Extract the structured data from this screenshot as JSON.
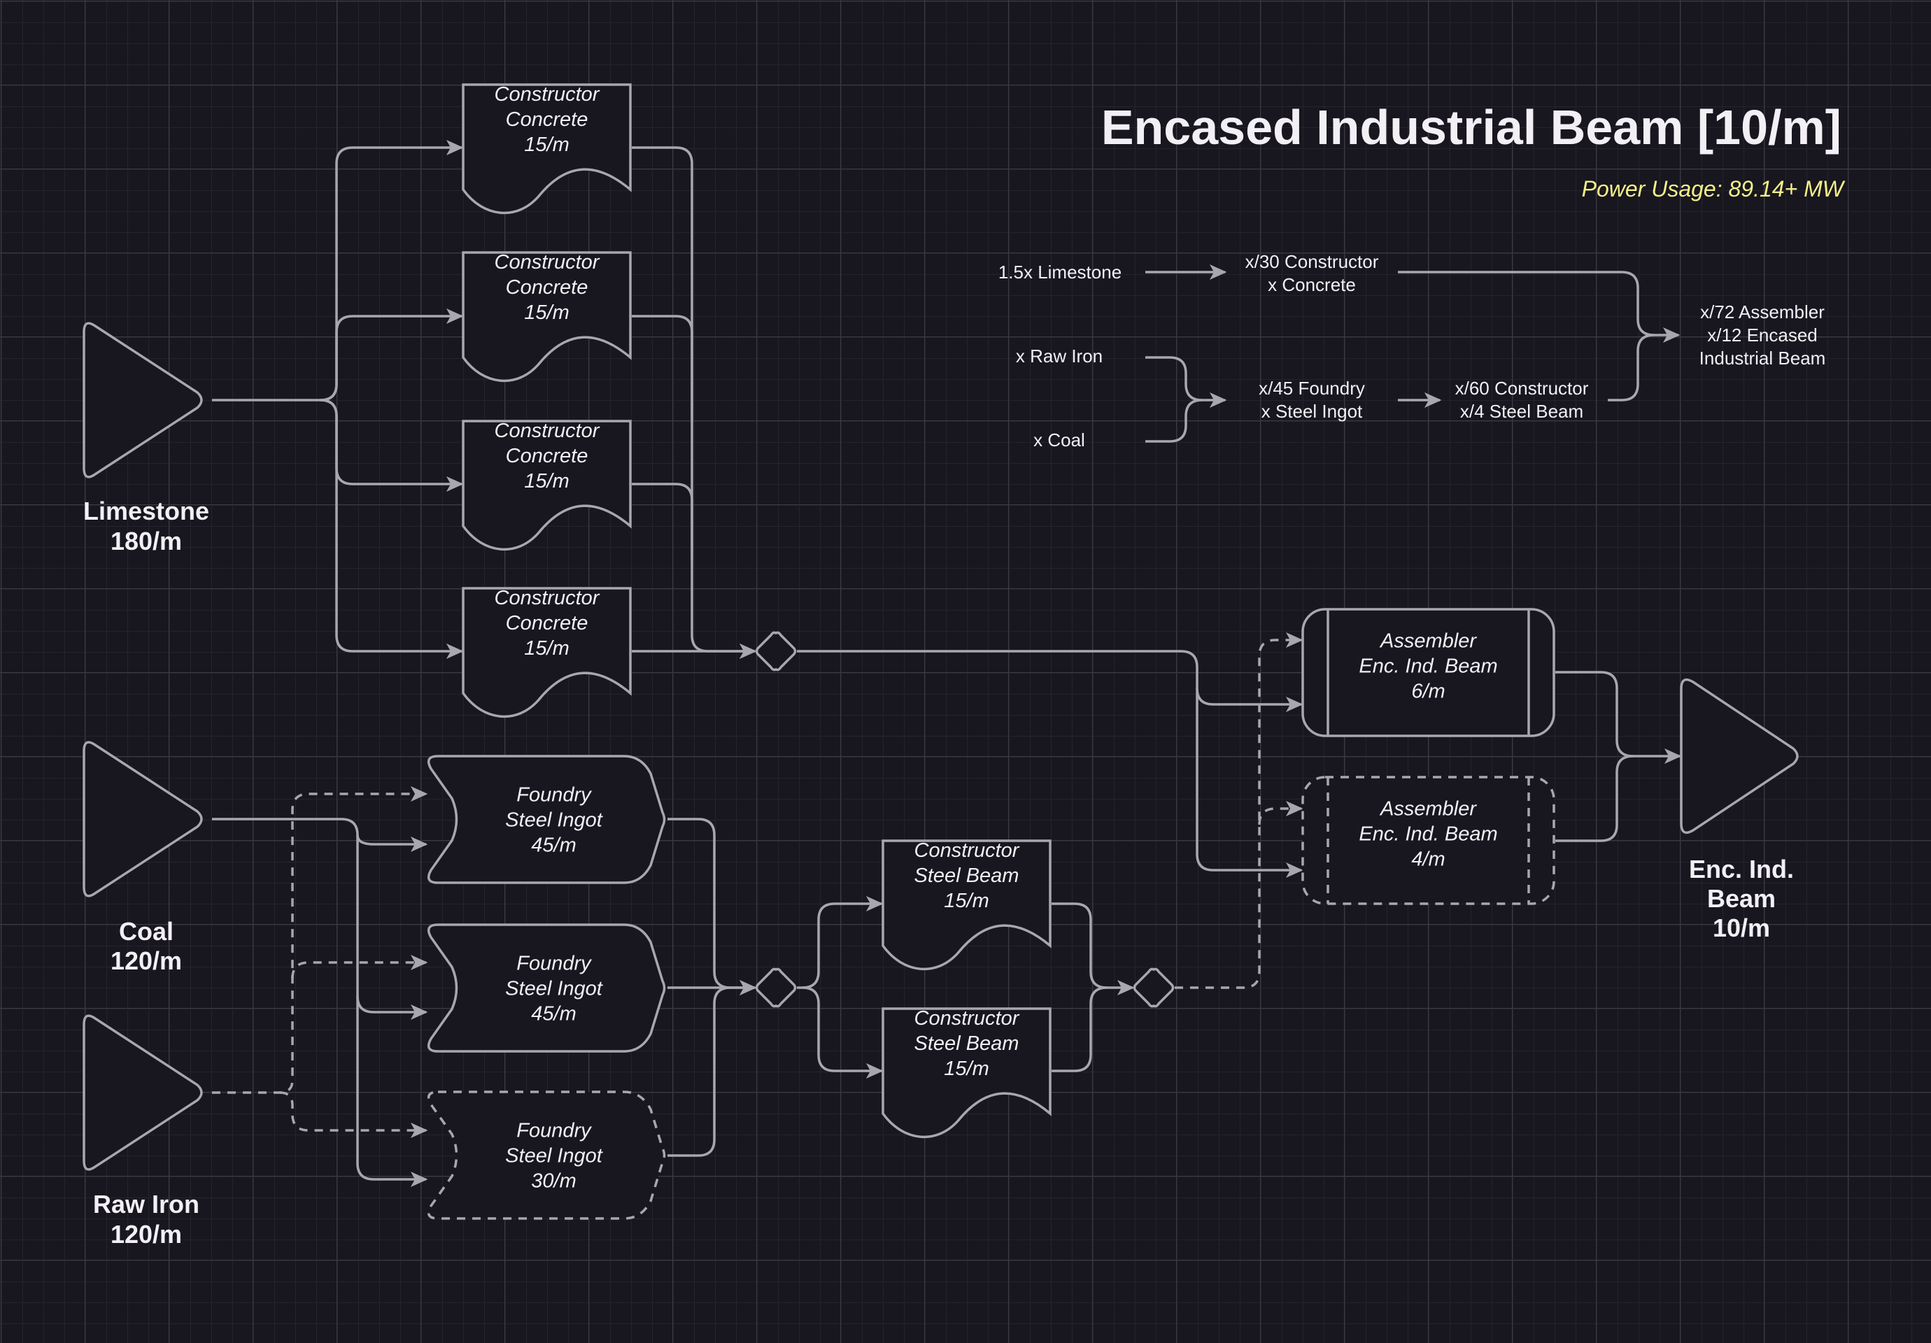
{
  "title": "Encased Industrial Beam [10/m]",
  "power_usage": "Power Usage: 89.14+ MW",
  "colors": {
    "background": "#18161e",
    "stroke": "#a9a7ad",
    "text": "#f2eff5",
    "power_text": "#f4f08a"
  },
  "sources": [
    {
      "name": "Limestone",
      "rate": "180/m"
    },
    {
      "name": "Coal",
      "rate": "120/m"
    },
    {
      "name": "Raw Iron",
      "rate": "120/m"
    }
  ],
  "output": {
    "lines": [
      "Enc. Ind.",
      "Beam",
      "10/m"
    ]
  },
  "concrete_constructors": [
    {
      "machine": "Constructor",
      "product": "Concrete",
      "rate": "15/m",
      "style": "solid"
    },
    {
      "machine": "Constructor",
      "product": "Concrete",
      "rate": "15/m",
      "style": "solid"
    },
    {
      "machine": "Constructor",
      "product": "Concrete",
      "rate": "15/m",
      "style": "solid"
    },
    {
      "machine": "Constructor",
      "product": "Concrete",
      "rate": "15/m",
      "style": "solid"
    }
  ],
  "foundries": [
    {
      "machine": "Foundry",
      "product": "Steel Ingot",
      "rate": "45/m",
      "style": "solid"
    },
    {
      "machine": "Foundry",
      "product": "Steel Ingot",
      "rate": "45/m",
      "style": "solid"
    },
    {
      "machine": "Foundry",
      "product": "Steel Ingot",
      "rate": "30/m",
      "style": "dashed"
    }
  ],
  "steel_beam_constructors": [
    {
      "machine": "Constructor",
      "product": "Steel Beam",
      "rate": "15/m",
      "style": "solid"
    },
    {
      "machine": "Constructor",
      "product": "Steel Beam",
      "rate": "15/m",
      "style": "solid"
    }
  ],
  "assemblers": [
    {
      "machine": "Assembler",
      "product": "Enc. Ind. Beam",
      "rate": "6/m",
      "style": "solid"
    },
    {
      "machine": "Assembler",
      "product": "Enc. Ind. Beam",
      "rate": "4/m",
      "style": "dashed"
    }
  ],
  "legend": {
    "limestone": "1.5x Limestone",
    "concrete": [
      "x/30 Constructor",
      "x Concrete"
    ],
    "raw_iron": "x Raw Iron",
    "coal": "x Coal",
    "foundry": [
      "x/45 Foundry",
      "x Steel Ingot"
    ],
    "steel_beam": [
      "x/60 Constructor",
      "x/4 Steel Beam"
    ],
    "assembler": [
      "x/72 Assembler",
      "x/12 Encased",
      "Industrial Beam"
    ]
  }
}
